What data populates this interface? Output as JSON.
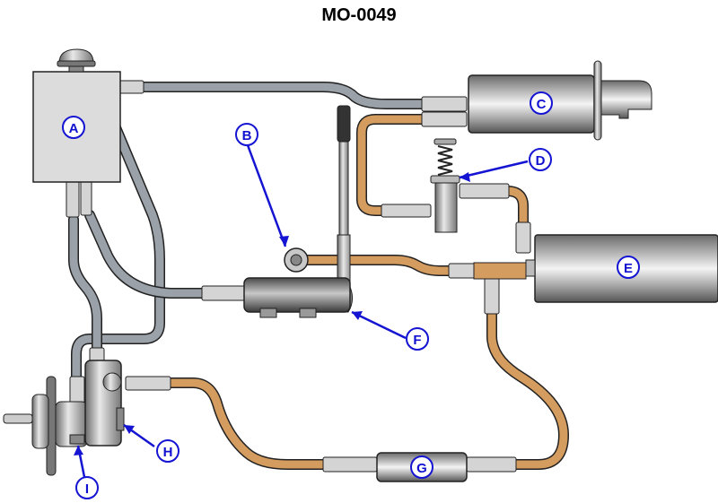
{
  "title": "MO-0049",
  "colors": {
    "callout": "#1414d2",
    "supply_hose": "#8e959c",
    "pressure_hose": "#d39b5f",
    "metal": "#bdbdbd",
    "reservoir": "#dcdcdc"
  },
  "labels": {
    "A": "A",
    "B": "B",
    "C": "C",
    "D": "D",
    "E": "E",
    "F": "F",
    "G": "G",
    "H": "H",
    "I": "I"
  }
}
